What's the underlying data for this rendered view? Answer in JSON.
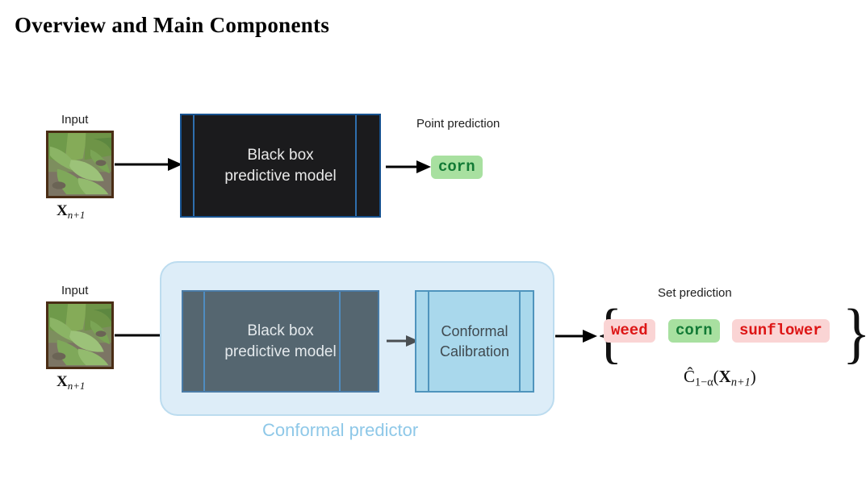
{
  "page": {
    "title": "Overview and Main Components",
    "background": "#ffffff"
  },
  "colors": {
    "black_box_fill": "#1b1b1d",
    "black_box_border": "#17528f",
    "gray_box_fill": "#556670",
    "gray_box_border": "#4a7ba6",
    "calibration_fill": "#a9d8ec",
    "calibration_border": "#4f94bd",
    "container_fill": "#ddedf8",
    "container_border": "#bcdcef",
    "conformal_label": "#8ec8e8",
    "tag_green_bg": "#a8e0a0",
    "tag_green_fg": "#127a35",
    "tag_red_bg": "#fad4d4",
    "tag_red_fg": "#dd1515",
    "arrow": "#000000",
    "thumb_border": "#4a2d15"
  },
  "top_row": {
    "input_label": "Input",
    "input_caption_base": "X",
    "input_caption_sub": "n+1",
    "model_line1": "Black box",
    "model_line2": "predictive model",
    "output_label": "Point prediction",
    "prediction": "corn"
  },
  "bottom_row": {
    "input_label": "Input",
    "input_caption_base": "X",
    "input_caption_sub": "n+1",
    "model_line1": "Black box",
    "model_line2": "predictive model",
    "calibration_line1": "Conformal",
    "calibration_line2": "Calibration",
    "container_label": "Conformal predictor",
    "output_label": "Set prediction",
    "brace_open": "{",
    "brace_close": "}",
    "set_items": [
      {
        "label": "weed",
        "style": "red"
      },
      {
        "label": "corn",
        "style": "green"
      },
      {
        "label": "sunflower",
        "style": "red"
      }
    ],
    "set_caption": "Ĉ₁₋α(Xₙ₊₁)",
    "set_caption_parts": {
      "symbol": "Ĉ",
      "subscript": "1−α",
      "argument_base": "X",
      "argument_sub": "n+1"
    }
  },
  "icons": {
    "arrow": "arrow-right-icon",
    "thumbnail": "corn-plant-photo-icon"
  }
}
